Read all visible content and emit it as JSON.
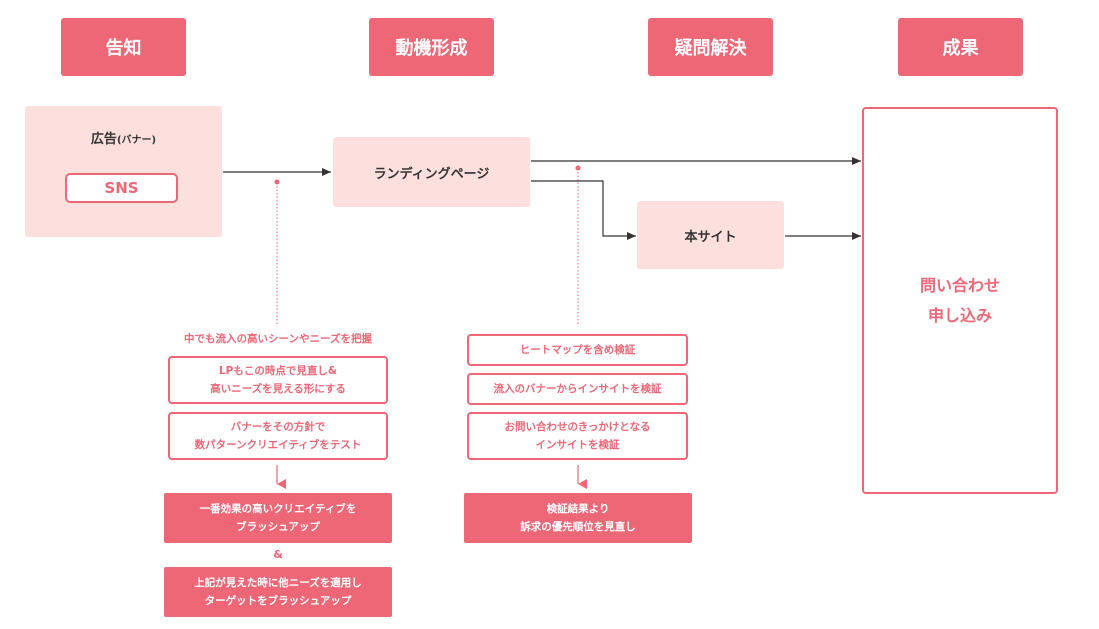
{
  "stages": [
    "告知",
    "動機形成",
    "疑問解決",
    "成果"
  ],
  "ad_box": {
    "title": "広告",
    "title_sub": "(バナー)",
    "sns_label": "SNS"
  },
  "landing_page": "ランディングページ",
  "main_site": "本サイト",
  "result_box": {
    "line1": "問い合わせ",
    "line2": "申し込み"
  },
  "left_column": {
    "caption": "中でも流入の高いシーンやニーズを把握",
    "note1": [
      "LPもこの時点で見直し&",
      "高いニーズを見える形にする"
    ],
    "note2": [
      "バナーをその方針で",
      "数パターンクリエイティブをテスト"
    ],
    "action1": [
      "一番効果の高いクリエイティブを",
      "ブラッシュアップ"
    ],
    "connector": "&",
    "action2": [
      "上記が見えた時に他ニーズを適用し",
      "ターゲットをブラッシュアップ"
    ]
  },
  "right_column": {
    "note1": "ヒートマップを含め検証",
    "note2": "流入のバナーからインサイトを検証",
    "note3": [
      "お問い合わせのきっかけとなる",
      "インサイトを検証"
    ],
    "action1": [
      "検証結果より",
      "訴求の優先順位を見直し"
    ]
  },
  "colors": {
    "accent": "#ee6777",
    "light_pink": "#fde0de",
    "text": "#333333"
  }
}
